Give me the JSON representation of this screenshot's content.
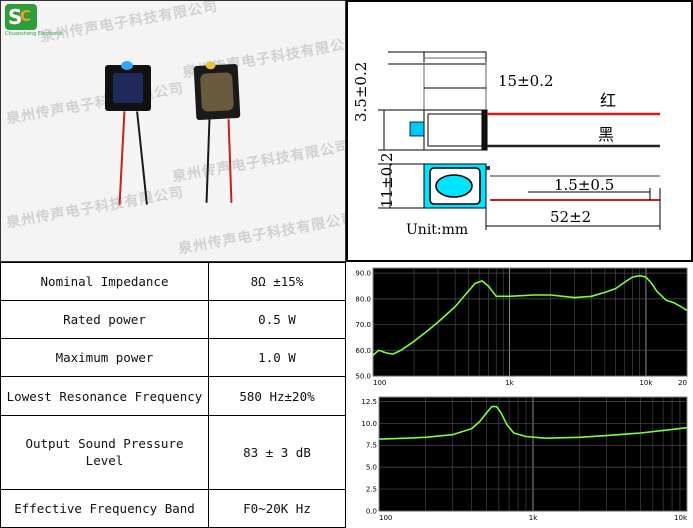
{
  "watermark": "泉州传声电子科技有限公司",
  "logo": {
    "letters": "SC",
    "subtitle": "Chuansheng Electronic"
  },
  "icons": [
    "speaker-photo",
    "dimension-drawing"
  ],
  "drawing": {
    "length_label": "15±0.2",
    "height_label": "3.5±0.2",
    "width_label": "11±0.2",
    "strip_label": "1.5±0.5",
    "wire_label": "52±2",
    "red_label": "红",
    "black_label": "黑",
    "unit_label": "Unit:mm"
  },
  "specs": [
    {
      "label": "Nominal Impedance",
      "value": "8Ω ±15%"
    },
    {
      "label": "Rated power",
      "value": "0.5 W"
    },
    {
      "label": "Maximum power",
      "value": "1.0 W"
    },
    {
      "label": "Lowest Resonance Frequency",
      "value": "580 Hz±20%"
    },
    {
      "label": "Output Sound Pressure Level",
      "value": "83 ± 3 dB"
    },
    {
      "label": "Effective Frequency Band",
      "value": "F0~20K Hz"
    }
  ],
  "colors": {
    "curve": "#7cff3c",
    "chart_bg": "#000000",
    "grid": "#505050",
    "drawing_cyan": "#00e5ff",
    "wire_red": "#d81b1b",
    "logo_green": "#2e9d3b"
  },
  "chart_data": [
    {
      "type": "line",
      "xscale": "log",
      "xlim": [
        100,
        20000
      ],
      "ylim": [
        50,
        92
      ],
      "xticks": [
        "100",
        "1k",
        "10k",
        "20"
      ],
      "yticks": [
        "50.0",
        "60.0",
        "70.0",
        "80.0",
        "90.0"
      ],
      "series": [
        {
          "x": [
            100,
            110,
            125,
            140,
            160,
            200,
            250,
            300,
            400,
            500,
            560,
            630,
            700,
            800,
            1000,
            1500,
            2000,
            3000,
            4000,
            5000,
            6000,
            7000,
            8000,
            9000,
            10000,
            11000,
            12000,
            14000,
            16000,
            18000,
            20000
          ],
          "y": [
            58,
            60,
            59,
            58.5,
            60,
            63.5,
            67.5,
            71,
            77,
            83,
            86,
            87,
            85,
            81,
            81,
            81.5,
            81.5,
            80.5,
            81,
            82.5,
            84,
            86.5,
            88.5,
            89,
            88.5,
            86,
            83,
            79.5,
            78.5,
            77,
            75.5
          ]
        }
      ]
    },
    {
      "type": "line",
      "xscale": "log",
      "xlim": [
        100,
        10000
      ],
      "ylim": [
        0,
        13
      ],
      "xticks": [
        "100",
        "1k",
        "10k"
      ],
      "yticks": [
        "0.0",
        "2.5",
        "5.0",
        "7.5",
        "10.0",
        "12.5"
      ],
      "series": [
        {
          "x": [
            100,
            150,
            200,
            300,
            400,
            450,
            500,
            540,
            580,
            620,
            680,
            750,
            900,
            1200,
            2000,
            3000,
            5000,
            8000,
            10000
          ],
          "y": [
            8.2,
            8.3,
            8.4,
            8.7,
            9.4,
            10.2,
            11.2,
            11.9,
            11.9,
            11.2,
            9.8,
            8.9,
            8.5,
            8.3,
            8.4,
            8.6,
            8.9,
            9.3,
            9.5
          ]
        }
      ]
    }
  ]
}
